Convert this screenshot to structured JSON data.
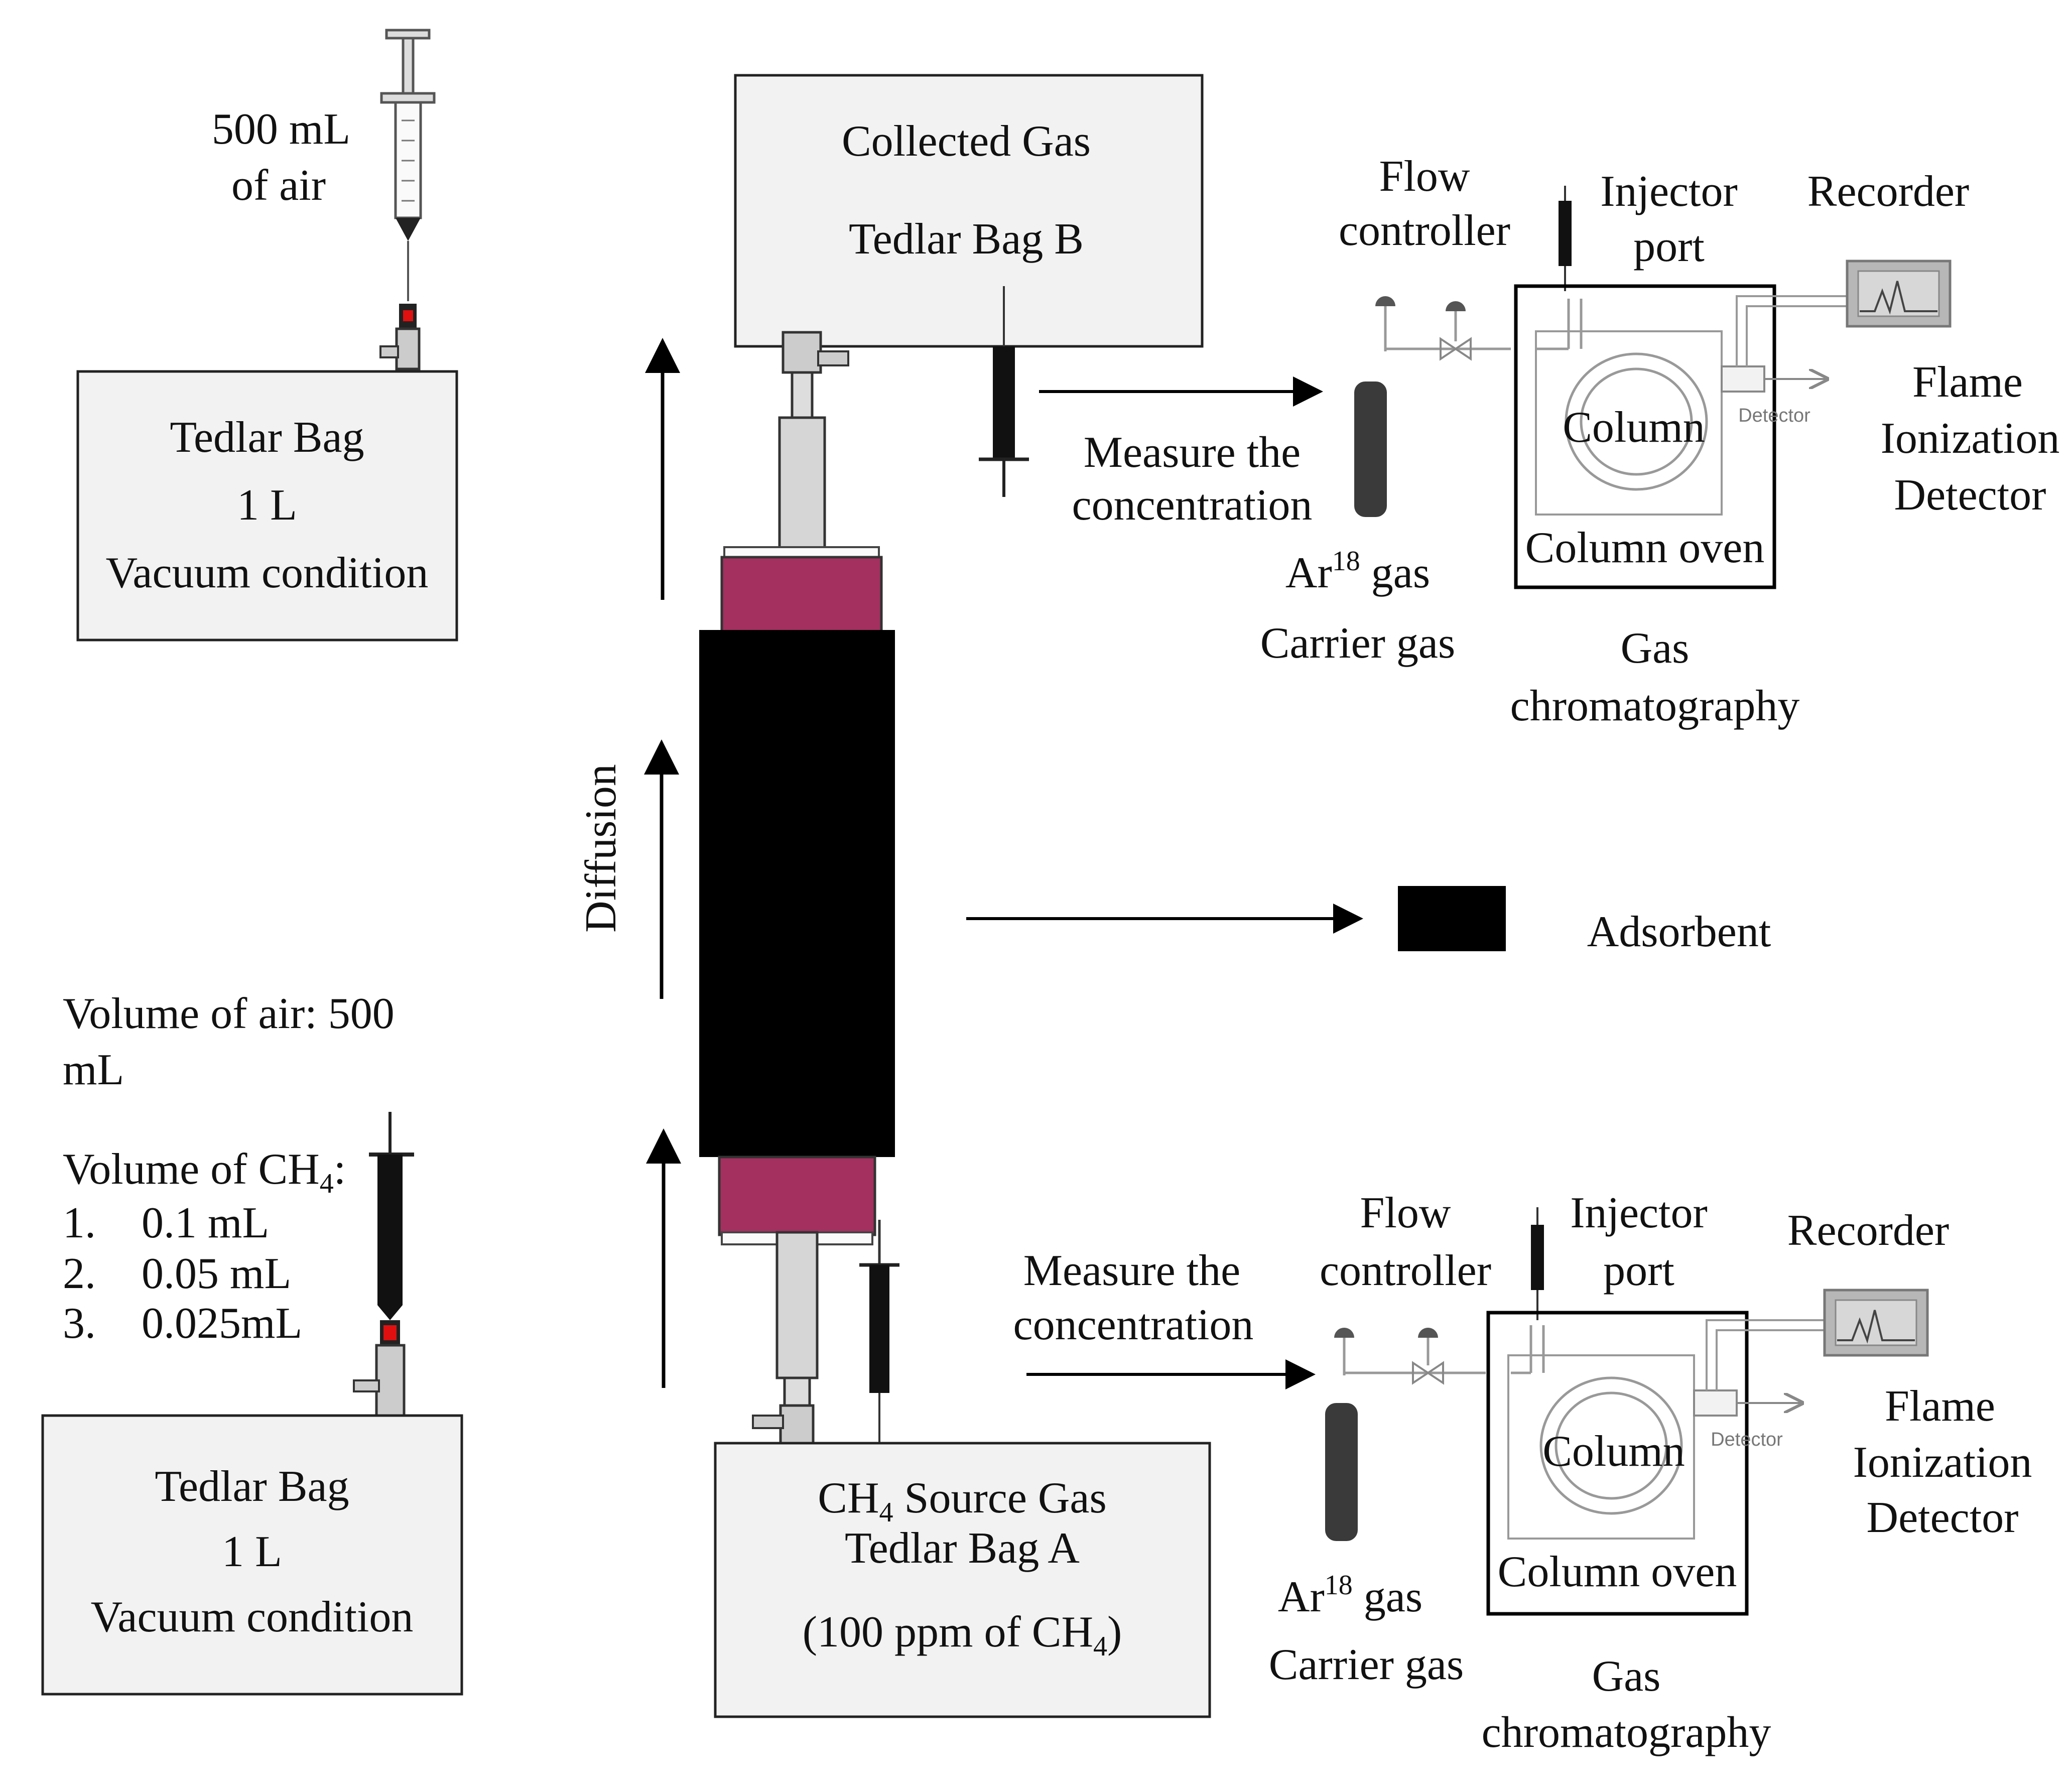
{
  "colors": {
    "box_fill": "#f2f2f2",
    "magenta": "#a3305f",
    "adsorbent": "#000000",
    "metal": "#cfcfcf",
    "cylinder": "#3a3a3a",
    "red": "#e01010"
  },
  "top_left": {
    "syringe_label_1": "500 mL",
    "syringe_label_2": "of air",
    "bag_line1": "Tedlar Bag",
    "bag_line2": "1 L",
    "bag_line3": "Vacuum condition"
  },
  "bottom_left": {
    "air_volume_1": "Volume of air: 500",
    "air_volume_2": "mL",
    "ch4_volume_a": "Volume of CH",
    "ch4_volume_sub": "4",
    "ch4_volume_b": ":",
    "items": [
      {
        "num": "1.",
        "value": "0.1 mL"
      },
      {
        "num": "2.",
        "value": "0.05 mL"
      },
      {
        "num": "3.",
        "value": "0.025mL"
      }
    ],
    "bag_line1": "Tedlar Bag",
    "bag_line2": "1 L",
    "bag_line3": "Vacuum condition"
  },
  "center": {
    "bag_b_line1": "Collected Gas",
    "bag_b_line2": "Tedlar Bag B",
    "diffusion": "Diffusion",
    "bag_a_line1_a": "CH",
    "bag_a_line1_sub": "4",
    "bag_a_line1_b": " Source Gas",
    "bag_a_line2": "Tedlar Bag A",
    "bag_a_line3_a": "(100 ppm of CH",
    "bag_a_line3_sub": "4",
    "bag_a_line3_b": ")",
    "adsorbent": "Adsorbent"
  },
  "gc_top": {
    "measure_1": "Measure the",
    "measure_2": "concentration",
    "flow_1": "Flow",
    "flow_2": "controller",
    "injector_1": "Injector",
    "injector_2": "port",
    "recorder": "Recorder",
    "column": "Column",
    "detector_small": "Detector",
    "column_oven": "Column oven",
    "fid_1": "Flame",
    "fid_2": "Ionization",
    "fid_3": "Detector",
    "ar_a": "Ar",
    "ar_sup": "18",
    "ar_b": " gas",
    "carrier": "Carrier gas",
    "gc_1": "Gas",
    "gc_2": "chromatography"
  },
  "gc_bottom": {
    "measure_1": "Measure the",
    "measure_2": "concentration",
    "flow_1": "Flow",
    "flow_2": "controller",
    "injector_1": "Injector",
    "injector_2": "port",
    "recorder": "Recorder",
    "column": "Column",
    "detector_small": "Detector",
    "column_oven": "Column oven",
    "fid_1": "Flame",
    "fid_2": "Ionization",
    "fid_3": "Detector",
    "ar_a": "Ar",
    "ar_sup": "18",
    "ar_b": " gas",
    "carrier": "Carrier gas",
    "gc_1": "Gas",
    "gc_2": "chromatography"
  }
}
